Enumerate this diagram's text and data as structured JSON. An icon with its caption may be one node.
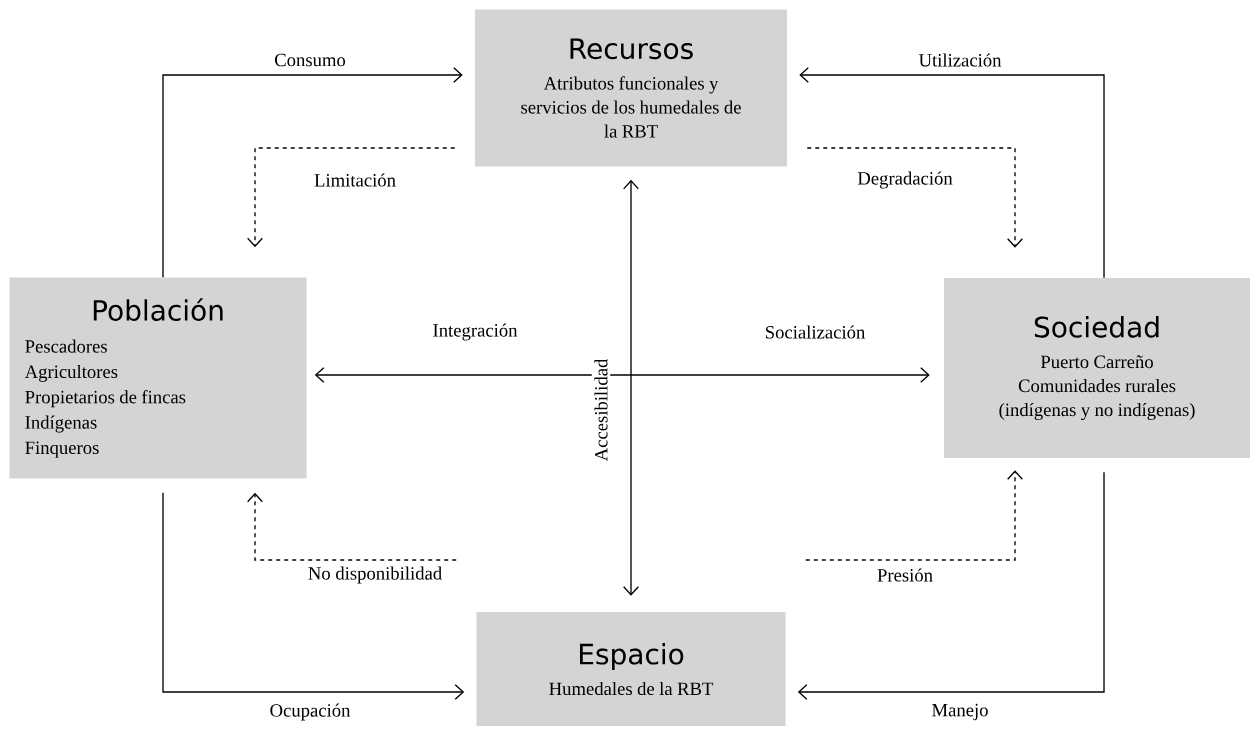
{
  "diagram": {
    "nodes": [
      {
        "text": [
          "Recursos",
          "Atributos funcionales y servicios de los humedales de la RBT"
        ]
      },
      {
        "text": [
          "Población",
          "Pescadores",
          "Agricultores",
          "Propietarios de fincas",
          "Indígenas",
          "Finqueros"
        ]
      },
      {
        "text": [
          "Sociedad",
          "Puerto Carreño",
          "Comunidades rurales (indígenas y no indígenas)"
        ]
      },
      {
        "text": [
          "Espacio",
          "Humedales de la RBT"
        ]
      }
    ],
    "edges": [
      {
        "from": 1,
        "to": 0,
        "arrow": "to",
        "label": "Consumo"
      },
      {
        "from": 0,
        "to": 1,
        "arrow": "to",
        "label": "Limitación",
        "style": "dashed"
      },
      {
        "from": 2,
        "to": 0,
        "arrow": "to",
        "label": "Utilización"
      },
      {
        "from": 0,
        "to": 2,
        "arrow": "to",
        "label": "Degradación",
        "style": "dashed"
      },
      {
        "from": 1,
        "to": 2,
        "arrow": "both",
        "label": "Integración"
      },
      {
        "from": 0,
        "to": 3,
        "arrow": "both",
        "label": "Accesibilidad"
      },
      {
        "from": 3,
        "to": 1,
        "arrow": "to",
        "label": "No disponibilidad",
        "style": "dashed"
      },
      {
        "from": 3,
        "to": 2,
        "arrow": "to",
        "label": "Presión",
        "style": "dashed"
      },
      {
        "from": 1,
        "to": 3,
        "arrow": "to",
        "label": "Ocupación"
      },
      {
        "from": 2,
        "to": 3,
        "arrow": "to",
        "label": "Manejo"
      }
    ],
    "labels": [
      "Socialización"
    ]
  }
}
